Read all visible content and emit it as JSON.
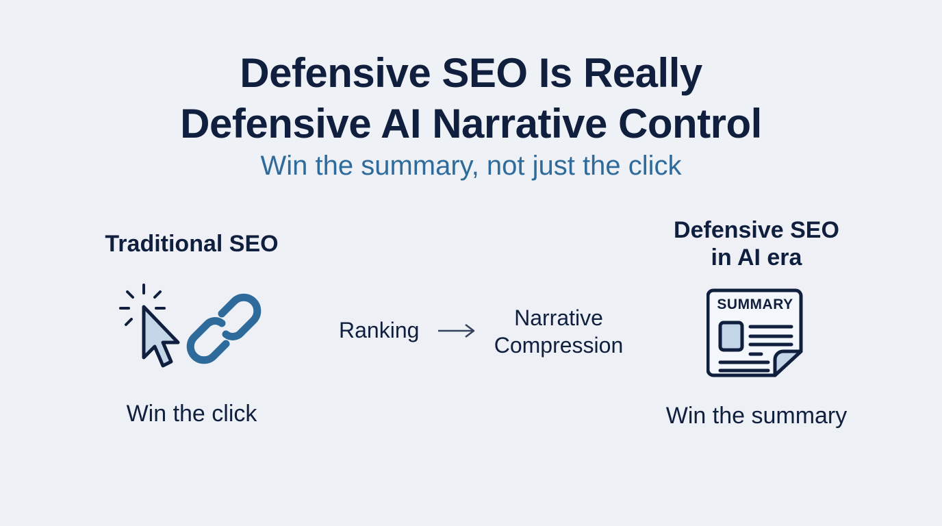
{
  "header": {
    "title_line1": "Defensive SEO Is Really",
    "title_line2": "Defensive AI Narrative Control",
    "subtitle": "Win the summary, not just the click"
  },
  "left": {
    "title": "Traditional SEO",
    "icons": [
      "cursor-click-icon",
      "link-icon"
    ],
    "caption": "Win the click"
  },
  "middle": {
    "from": "Ranking",
    "arrow": "arrow-right-icon",
    "to_line1": "Narrative",
    "to_line2": "Compression"
  },
  "right": {
    "title_line1": "Defensive SEO",
    "title_line2": "in AI era",
    "icon": "summary-document-icon",
    "icon_label": "SUMMARY",
    "caption": "Win the summary"
  },
  "colors": {
    "background": "#eef1f6",
    "text_dark": "#0f1f3d",
    "accent_blue": "#2f6b9a",
    "icon_fill": "#c3d6e8"
  }
}
